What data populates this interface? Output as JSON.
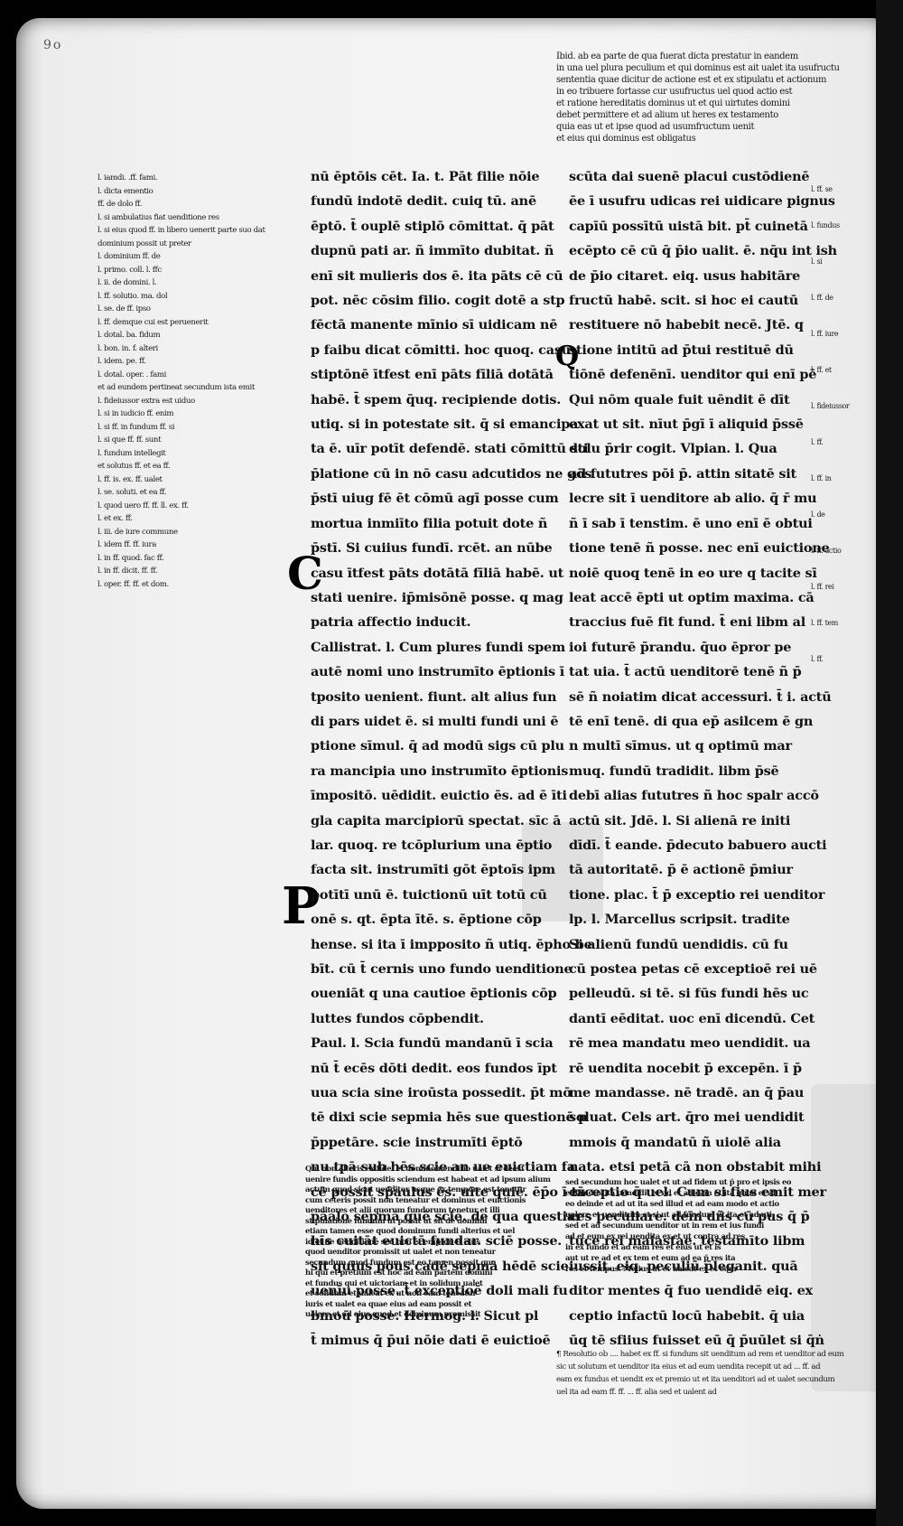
{
  "page": {
    "folio": "9o",
    "top_gloss": [
      "Ibid. ab ea parte de qua fuerat dicta prestatur in eandem",
      "in una uel plura peculium et qui dominus est ait ualet ita usufructu",
      "sententia quae dicitur de actione est et ex stipulatu et actionum",
      "in eo tribuere fortasse cur usufructus uel quod actio est",
      "et ratione hereditatis dominus ut et qui uirtutes domini",
      "debet permittere et ad alium ut heres ex testamento",
      "quia eas ut et ipse quod ad usumfructum uenit",
      "et eius qui dominus est obligatus"
    ],
    "left_margin_notes": [
      "l. iamdi. .ff. fami.",
      "l. dicta ementio",
      "ff. de dolo ff.",
      "l. si ambulatius fiat uenditione res",
      "l. si eius quod ff. in libero uenerit parte suo dat",
      "dominium possit ut preter",
      "l. dominium ff. de",
      "l. primo. coll. l. ffc",
      "l. ii. de domini. l.",
      "l. ff. solutio. ma. dol",
      "l. se. de ff. ipso",
      "l. ff. demque cui est peruenerit",
      "l. dotal. ba. fidum",
      "l. bon. in. f. alteri",
      "l. idem. pe. ff.",
      "l. dotal. oper. . fami",
      "et ad eundem pertineat secundum ista emit",
      "l. fideiussor extra est uiduo",
      "l. si in iudicio ff. enim",
      "l. si ff. in fundum ff. si",
      "l. si que ff. ff. sunt",
      "l. fundum intellegit",
      "et solutus ff. et ea ff.",
      "l. ff. is. ex. ff. ualet",
      "l. se. soluti. et ea ff.",
      "l. quod uero ff. ff. ll. ex. ff.",
      "l. et ex. ff.",
      "l. iii. de iure commune",
      "l. idem ff. ff. iura",
      "l. in ff. quod. fac ff.",
      "l. in ff. dicit. ff. ff.",
      "l. oper. ff. ff. et dom."
    ],
    "column_left": [
      "nū ēptōis cēt. Ia. t. Pāt filie nōie",
      "fundū indotē dedit. cuiq tū. anē",
      "ēptō. t̄ ouplē stiplō cōmittat. q̄ pāt",
      "dupnū pati ar. ñ immīto dubitat. ñ",
      "enī sit mulieris dos ē. ita pāts cē cū",
      "pot. nēc cōsim filio. cogit dotē a stp",
      "fēctā manente mīnio sī uidicam nē",
      "p faibu dicat cōmitti. hoc quoq. casu",
      "stiptōnē ītfest enī pāts fīliā dotātā",
      "habē. t̄ spem q̄uq. recipiende dotis.",
      "utiq. si in potestate sit. q̄ si emancipa",
      "ta ē. uīr potīt defendē. stati cōmittū sti",
      "p̄latione cū in nō casu adcutidos ne gōs",
      "p̄stī uiug fē ēt cōmū agī posse cum",
      "mortua inmiīto filia potuit dote ñ",
      "p̄stī. Si cuiius fundī. rcēt. an nūbe",
      "casu ītfest pāts dotātā fīliā habē. ut",
      "stati uenire. ip̄misōnē posse. q mag",
      "patria affectio inducit.",
      "Callistrat. l. Cum plures fundi spem",
      "autē nomi uno instrumīto ēptionis ī",
      "tposito uenient. fiunt. alt alius fun",
      "di pars uidet ē. si multi fundi uni ē",
      "ptione sīmul. q̄ ad modū sigs cū plu",
      "ra mancipia uno instrumīto ēptionis",
      "īmpositō. uēdidit. euictio ēs. ad ē īti",
      "gla capita marcipiorū spectat. sīc ā",
      "lar. quoq. re tcōplurium una ēptio",
      "facta sit. instrumīti gōt ēptoīs ipm",
      "potītī unū ē. tuictionū uīt totū cū",
      "onē s. qt. ēpta ītē. s. ēptione cōp",
      "hense. si ita ī impposito ñ utiq. ēpho be",
      "bīt. cū t̄ cernis uno fundo uenditione",
      "oueniāt q una cautioe ēptionis cōp",
      "luttes fundos cōpbendit.",
      "Paul. l. Scia fundū mandanū ī scia",
      "nū t̄ ecēs dōti dedit. eos fundos īpt",
      "uua scia sine iroūsta possedit. p̄t mō",
      "tē dixi scie sepmia hēs sue questionē p",
      "p̄ppetāre. scie instrumīti ēptō",
      "nu tpā sub hēs scie an ue euictiam fa",
      "cē possit sp̄aulus ēs. uīte quiē. ēp̄o ī tā",
      "pāalo sepmā quē scie. de qua questiar",
      "hīs cuitāt euictā fundar. sciē posse.",
      "sit quīus pous cadē sepmā hēdē scie",
      "uenīu posse. t̄ exceptioē doli mali fu",
      "bmoū posse. Hermog. l. Sicut pl",
      "t̄ mimus q̄ p̄ui nōie dati ē euictioē"
    ],
    "column_left_gloss": [
      "Qui non alteris ex fidei et domino uenditio ualet si deest",
      "uenire fundis oppositis sciendum est habeat et ad ipsum alium",
      "actum quod sicut uenditor usque ex tempore est tenetur",
      "cum ceteris possit non teneatur et dominus et euictionis",
      "uenditores et alii quorum fundorum tenetur et illi",
      "stipulatione fundum ut possit ut sit de dominii",
      "etiam tamen esse quod dominum fundi alterius et uel",
      "id et de uenditione sed non et emptor et eius",
      "quod uenditor promissit ut ualet et non teneatur",
      "secundum quod fundum est eo tamen possit quo",
      "hi qui et pretium est hoc ad eam partem domini",
      "et fundus qui et uictoriam et in solidum ualet",
      "et solidum et ualeat ex ut non eam teneatur",
      "iuris et ualet ea quae eius ad eam possit et",
      "ualere et ad eius quod et dominum promissit"
    ],
    "column_right": [
      "scūta dai suenē placui custōdienē",
      "ēe ī usufru udicas rei uidicare pignus",
      "capīū possītū uistā bit. pt̄ cuinetā",
      "ecēpto cē cū q̄ p̄io ualit. ē. nq̄u int ish",
      "de p̄io citaret. eiq. usus habitāre",
      "fructū habē. scit. si hoc ei cautū",
      "restituere nō habebit necē. Jtē. q",
      "stione intitū ad p̄tui restituē dū",
      "tiōnē defenēnī. uenditor qui enī pē",
      "Qui nōm quale fuit uēndit ē dīt",
      "exat ut sit. nīut p̄gī ī aliquid p̄ssē",
      "dolu p̄rir cogit. Vlpian. l. Qua",
      "ad fututres pōi p̄. attin sitatē sit",
      "lecre sit ī uenditore ab alio. q̄ r̄ mu",
      "ñ ī sab ī tenstim. ē uno enī ē obtui",
      "tione tenē ñ posse. nec enī euictione",
      "noiē quoq tenē in eo ure q tacite sī",
      "leat accē ēpti ut optim maxima. cā",
      "traccius fuē fit fund. t̄ eni libm al",
      "ioi futurē p̄randu. q̄uo ēpror pe",
      "tat uia. t̄ actū uenditorē tenē ñ p̄",
      "sē ñ noiatim dicat accessuri. t̄ i. actū",
      "tē enī tenē. di qua ep̄ asilcem ē gn",
      "n multī sīmus. ut q optimū mar",
      "muq. fundū tradidit. libm p̄sē",
      "debī alias fututres ñ hoc spalr accō",
      "actū sit. Jdē. l. Si alienā re initi",
      "dīdī. t̄ eande. p̄decuto babuero aucti",
      "tā autoritatē. p̄ ē actionē p̄miur",
      "tione. plac. t̄ p̄ exceptio rei uenditor",
      "lp. l. Marcellus scripsit. tradite",
      "Si alienū fundū uendidis. cū fu",
      "cū postea petas cē exceptioē rei uē",
      "pelleudū. si tē. si fūs fundi hēs uc",
      "dantī eēditat. uoc enī dicendū. Cet",
      "rē mea mandatu meo uendidit. ua",
      "rē uendita nocebit p̄ excepēn. ī p̄",
      "me mandasse. nē tradē. an q̄ p̄au",
      "soluat. Cels art. q̄ro mei uendidit",
      "mmois q̄ mandatū ñ uiolē alia",
      "nata. etsi petā cā non obstabit mihi",
      "exceptio q̄ uel. Cum si fius emit mer",
      "ces peculiare. deīn dñs cū pus q̄ p̄",
      "tuce rei maiastae. testamīto libm",
      "iussit. eiq. peculiū p̄leganit. quā",
      "ditor mentes q̄ fuo uendidē eiq. ex",
      "ceptio infactū locū habebit. q̄ uia",
      "ūq tē sfiius fuisset eū q̄ p̄uūlet si q̄ṅ"
    ],
    "column_right_gloss": [
      "sed secundum hoc ualet et ut ad fidem ut p̄ pro et ipsis eo",
      "et fundus ita uendidit et ad et ad eam et ita quod et ab",
      "eo deinde et ad ut ita sed illud et ad eam modo et actio",
      "ualere et uenditum et si ut ad fundum ut ita et ad uti",
      "sed et ad secundum uenditor ut in rem et ius fundi",
      "ad et eum ex rei uendita ex et ut contra ad res",
      "in ex fundo et ad eam res et eius ut et is",
      "aut ut re ad et ex tem et eum ad ea p̄ res ita",
      "res et tempus. Melius ut et ualeat ex et eam"
    ],
    "bottom_gloss": [
      "¶ Resolutio ob .... habet ex ff. si fundum sit uenditum ad rem et uenditor ad eum",
      "sic ut solutum et uenditor ita eius et ad eum uendita recepit ut ad ... ff. ad",
      "eam ex fundus et uendit ex et premio ut et ita uenditori ad et ualet secundum",
      "uel ita ad eam ff. ff. ... ff. alia sed et ualent ad"
    ],
    "right_margin_notes": [
      "l. ff. se",
      "l. fundus",
      "l. si",
      "l. ff. de",
      "l. ff. iure",
      "l. ff. et",
      "l. fideiussor",
      "l. ff.",
      "l. ff. in",
      "l. de",
      "l. ff. actio",
      "l. ff. rei",
      "l. ff. tem",
      "l. ff."
    ]
  }
}
